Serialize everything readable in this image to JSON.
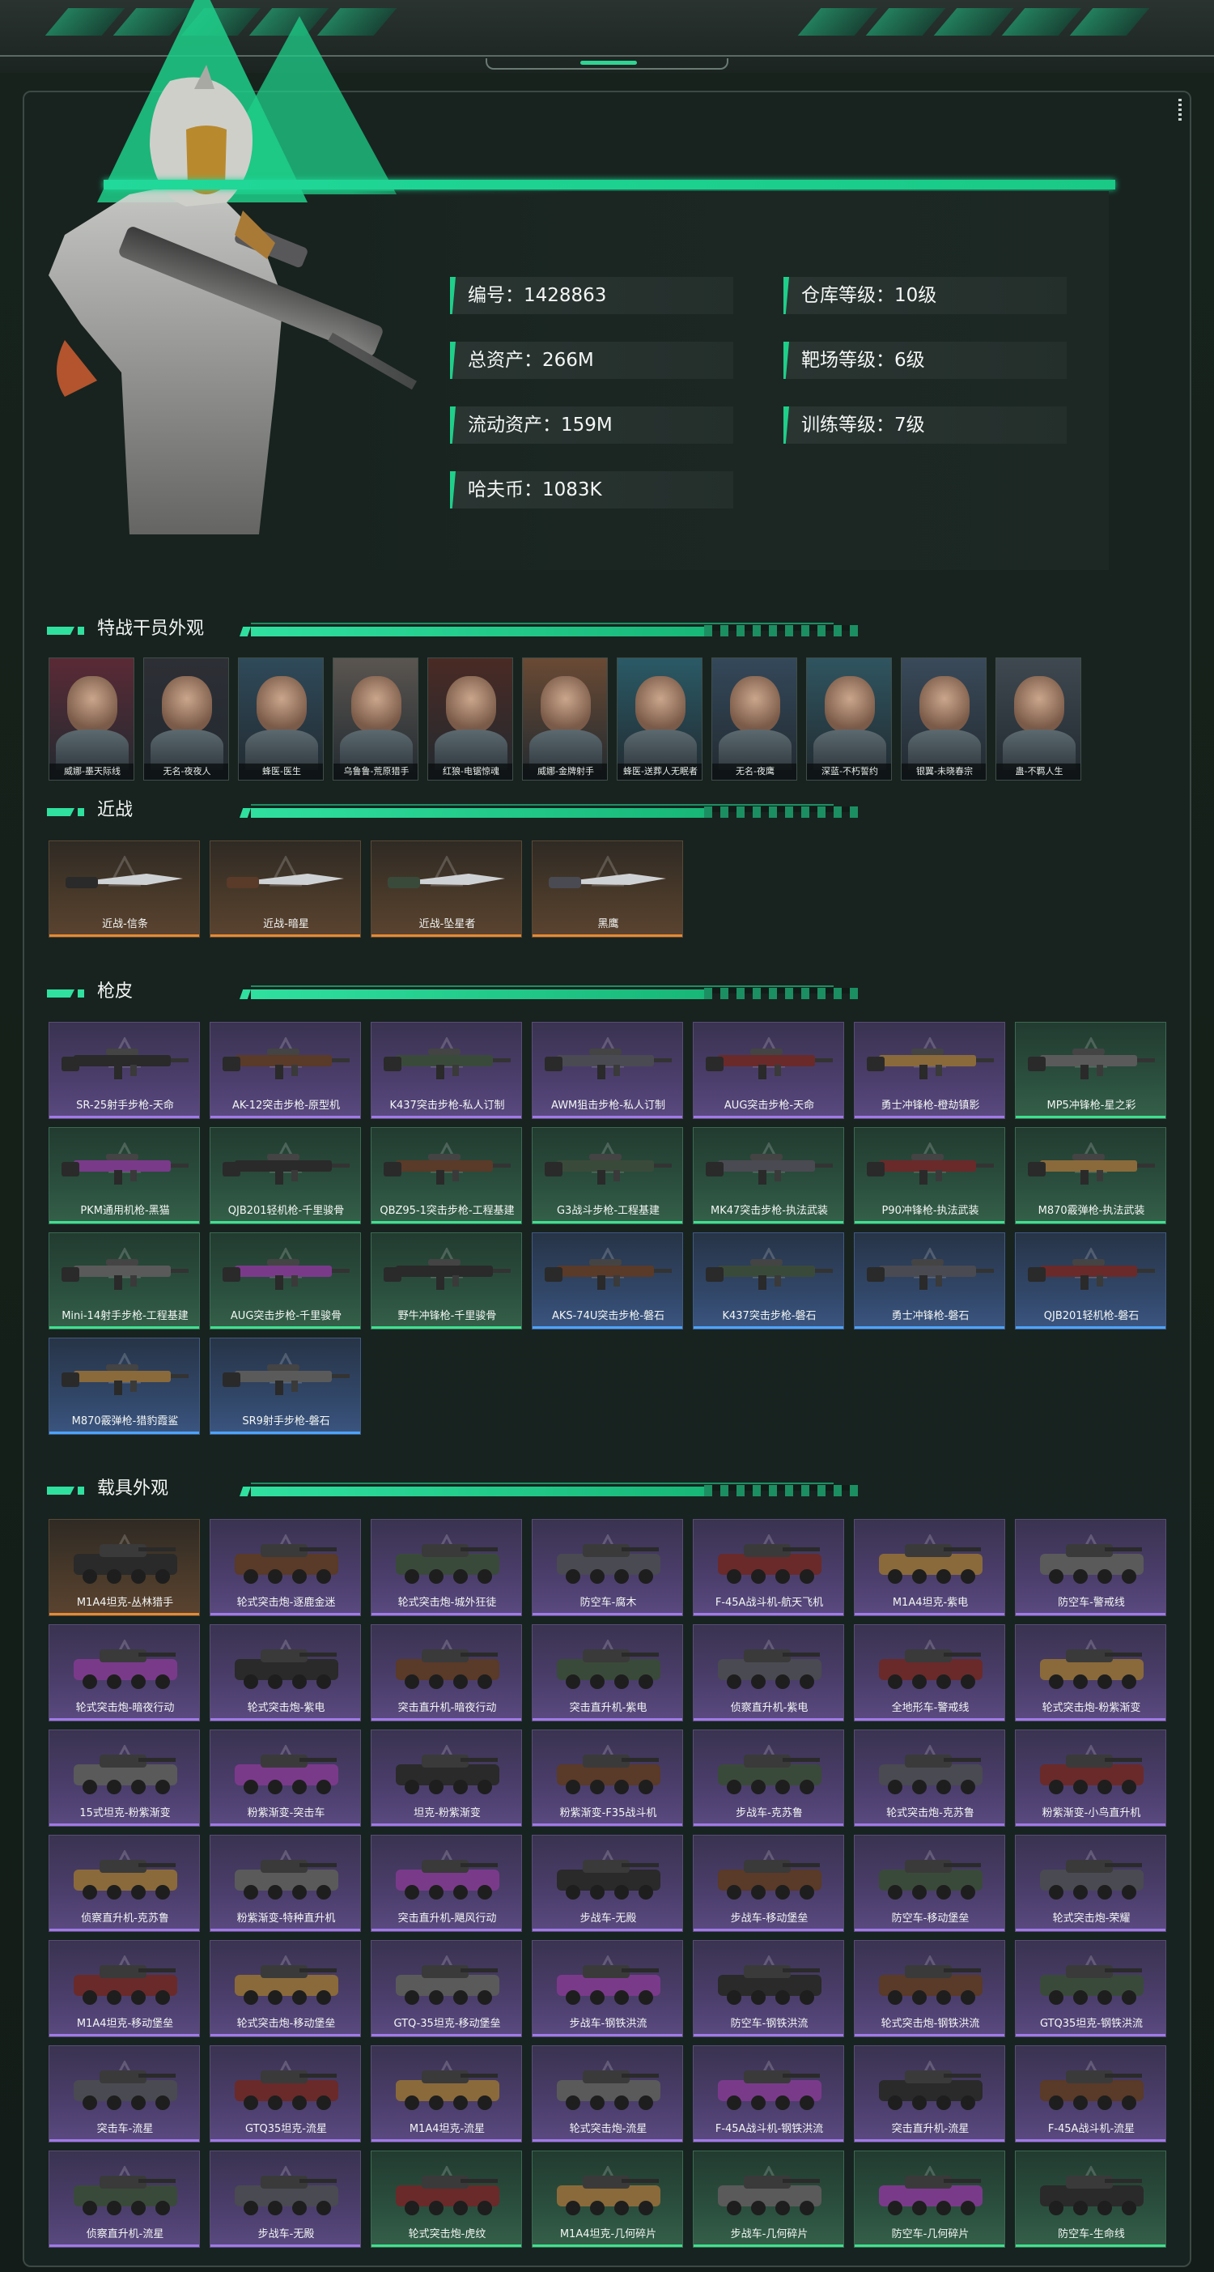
{
  "profile": {
    "stats": [
      {
        "label": "编号",
        "value": "1428863"
      },
      {
        "label": "仓库等级",
        "value": "10级"
      },
      {
        "label": "总资产",
        "value": "266M"
      },
      {
        "label": "靶场等级",
        "value": "6级"
      },
      {
        "label": "流动资产",
        "value": "159M"
      },
      {
        "label": "训练等级",
        "value": "7级"
      },
      {
        "label": "哈夫币",
        "value": "1083K"
      }
    ]
  },
  "sections": {
    "agents": "特战干员外观",
    "melee": "近战",
    "skins": "枪皮",
    "vehicles": "载具外观"
  },
  "agents": [
    "威娜-墨天际线",
    "无名-夜夜人",
    "蜂医-医生",
    "乌鲁鲁-荒原猎手",
    "红狼-电锯惊魂",
    "威娜-金牌射手",
    "蜂医-送葬人无眠者",
    "无名-夜鹰",
    "深蓝-不朽誓约",
    "银翼-未晓春宗",
    "蛊-不羁人生"
  ],
  "melee": [
    {
      "name": "近战-信条",
      "rarity": "orange"
    },
    {
      "name": "近战-暗星",
      "rarity": "orange"
    },
    {
      "name": "近战-坠星者",
      "rarity": "orange"
    },
    {
      "name": "黑鹰",
      "rarity": "orange"
    }
  ],
  "skins": [
    {
      "name": "SR-25射手步枪-天命",
      "rarity": "purple"
    },
    {
      "name": "AK-12突击步枪-原型机",
      "rarity": "purple"
    },
    {
      "name": "K437突击步枪-私人订制",
      "rarity": "purple"
    },
    {
      "name": "AWM狙击步枪-私人订制",
      "rarity": "purple"
    },
    {
      "name": "AUG突击步枪-天命",
      "rarity": "purple"
    },
    {
      "name": "勇士冲锋枪-橙劫镇影",
      "rarity": "purple"
    },
    {
      "name": "MP5冲锋枪-星之彩",
      "rarity": "green"
    },
    {
      "name": "PKM通用机枪-黑猫",
      "rarity": "green"
    },
    {
      "name": "QJB201轻机枪-千里骏骨",
      "rarity": "green"
    },
    {
      "name": "QBZ95-1突击步枪-工程基建",
      "rarity": "green"
    },
    {
      "name": "G3战斗步枪-工程基建",
      "rarity": "green"
    },
    {
      "name": "MK47突击步枪-执法武装",
      "rarity": "green"
    },
    {
      "name": "P90冲锋枪-执法武装",
      "rarity": "green"
    },
    {
      "name": "M870霰弹枪-执法武装",
      "rarity": "green"
    },
    {
      "name": "Mini-14射手步枪-工程基建",
      "rarity": "green"
    },
    {
      "name": "AUG突击步枪-千里骏骨",
      "rarity": "green"
    },
    {
      "name": "野牛冲锋枪-千里骏骨",
      "rarity": "green"
    },
    {
      "name": "AKS-74U突击步枪-磐石",
      "rarity": "blue"
    },
    {
      "name": "K437突击步枪-磐石",
      "rarity": "blue"
    },
    {
      "name": "勇士冲锋枪-磐石",
      "rarity": "blue"
    },
    {
      "name": "QJB201轻机枪-磐石",
      "rarity": "blue"
    },
    {
      "name": "M870霰弹枪-猎豹霞鲨",
      "rarity": "blue"
    },
    {
      "name": "SR9射手步枪-磐石",
      "rarity": "blue"
    }
  ],
  "vehicles": [
    {
      "name": "M1A4坦克-丛林猎手",
      "rarity": "orange"
    },
    {
      "name": "轮式突击炮-逐鹿金迷",
      "rarity": "purple"
    },
    {
      "name": "轮式突击炮-城外狂徒",
      "rarity": "purple"
    },
    {
      "name": "防空车-腐木",
      "rarity": "purple"
    },
    {
      "name": "F-45A战斗机-航天飞机",
      "rarity": "purple"
    },
    {
      "name": "M1A4坦克-紫电",
      "rarity": "purple"
    },
    {
      "name": "防空车-警戒线",
      "rarity": "purple"
    },
    {
      "name": "轮式突击炮-暗夜行动",
      "rarity": "purple"
    },
    {
      "name": "轮式突击炮-紫电",
      "rarity": "purple"
    },
    {
      "name": "突击直升机-暗夜行动",
      "rarity": "purple"
    },
    {
      "name": "突击直升机-紫电",
      "rarity": "purple"
    },
    {
      "name": "侦察直升机-紫电",
      "rarity": "purple"
    },
    {
      "name": "全地形车-警戒线",
      "rarity": "purple"
    },
    {
      "name": "轮式突击炮-粉紫渐变",
      "rarity": "purple"
    },
    {
      "name": "15式坦克-粉紫渐变",
      "rarity": "purple"
    },
    {
      "name": "粉紫渐变-突击车",
      "rarity": "purple"
    },
    {
      "name": "坦克-粉紫渐变",
      "rarity": "purple"
    },
    {
      "name": "粉紫渐变-F35战斗机",
      "rarity": "purple"
    },
    {
      "name": "步战车-克苏鲁",
      "rarity": "purple"
    },
    {
      "name": "轮式突击炮-克苏鲁",
      "rarity": "purple"
    },
    {
      "name": "粉紫渐变-小鸟直升机",
      "rarity": "purple"
    },
    {
      "name": "侦察直升机-克苏鲁",
      "rarity": "purple"
    },
    {
      "name": "粉紫渐变-特种直升机",
      "rarity": "purple"
    },
    {
      "name": "突击直升机-飓风行动",
      "rarity": "purple"
    },
    {
      "name": "步战车-无殿",
      "rarity": "purple"
    },
    {
      "name": "步战车-移动堡垒",
      "rarity": "purple"
    },
    {
      "name": "防空车-移动堡垒",
      "rarity": "purple"
    },
    {
      "name": "轮式突击炮-荣耀",
      "rarity": "purple"
    },
    {
      "name": "M1A4坦克-移动堡垒",
      "rarity": "purple"
    },
    {
      "name": "轮式突击炮-移动堡垒",
      "rarity": "purple"
    },
    {
      "name": "GTQ-35坦克-移动堡垒",
      "rarity": "purple"
    },
    {
      "name": "步战车-钢铁洪流",
      "rarity": "purple"
    },
    {
      "name": "防空车-钢铁洪流",
      "rarity": "purple"
    },
    {
      "name": "轮式突击炮-钢铁洪流",
      "rarity": "purple"
    },
    {
      "name": "GTQ35坦克-钢铁洪流",
      "rarity": "purple"
    },
    {
      "name": "突击车-流星",
      "rarity": "purple"
    },
    {
      "name": "GTQ35坦克-流星",
      "rarity": "purple"
    },
    {
      "name": "M1A4坦克-流星",
      "rarity": "purple"
    },
    {
      "name": "轮式突击炮-流星",
      "rarity": "purple"
    },
    {
      "name": "F-45A战斗机-钢铁洪流",
      "rarity": "purple"
    },
    {
      "name": "突击直升机-流星",
      "rarity": "purple"
    },
    {
      "name": "F-45A战斗机-流星",
      "rarity": "purple"
    },
    {
      "name": "侦察直升机-流星",
      "rarity": "purple"
    },
    {
      "name": "步战车-无殿",
      "rarity": "purple"
    },
    {
      "name": "轮式突击炮-虎纹",
      "rarity": "green"
    },
    {
      "name": "M1A4坦克-几何碎片",
      "rarity": "green"
    },
    {
      "name": "步战车-几何碎片",
      "rarity": "green"
    },
    {
      "name": "防空车-几何碎片",
      "rarity": "green"
    },
    {
      "name": "防空车-生命线",
      "rarity": "green"
    }
  ],
  "colors": {
    "accent": "#1fcf8a",
    "orange": "#e48a34",
    "purple": "#a07ae6",
    "green": "#3fe08f",
    "blue": "#4da3ff"
  }
}
